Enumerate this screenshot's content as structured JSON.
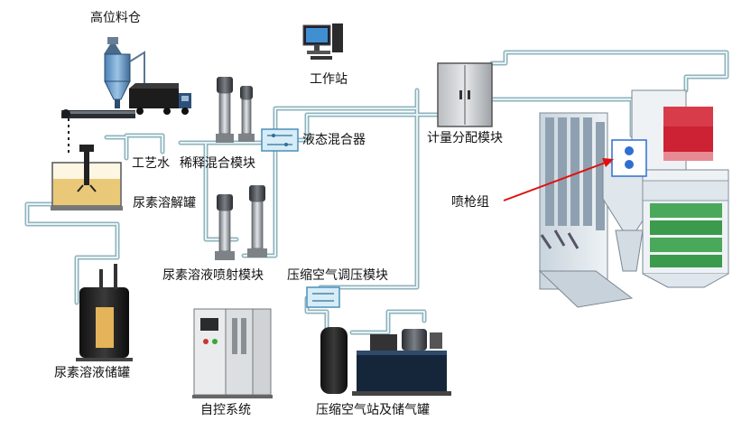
{
  "labels": {
    "silo": "高位料仓",
    "workstation": "工作站",
    "process_water": "工艺水",
    "dilution_module": "稀释混合模块",
    "liquid_mixer": "液态混合器",
    "metering_module": "计量分配模块",
    "dissolve_tank": "尿素溶解罐",
    "lance_group": "喷枪组",
    "injection_module": "尿素溶液喷射模块",
    "air_regulator": "压缩空气调压模块",
    "storage_tank": "尿素溶液储罐",
    "control_system": "自控系统",
    "air_station": "压缩空气站及储气罐"
  },
  "colors": {
    "pipe": "#8fb3bd",
    "pipe_light": "#e6f2f4",
    "arrow": "#e01010",
    "boiler_red": "#cc2233",
    "boiler_green": "#3c9a4c",
    "pump_gray": "#8a8f94"
  }
}
